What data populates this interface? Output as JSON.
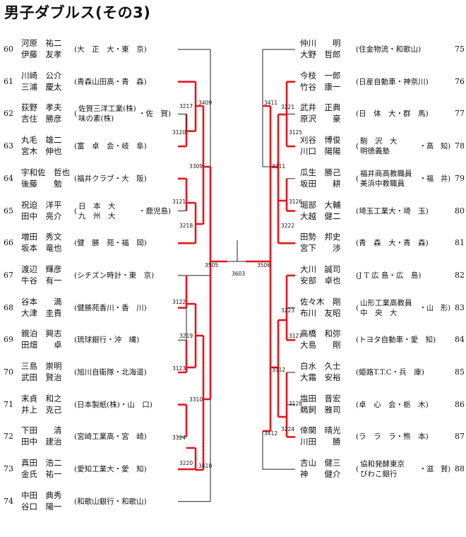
{
  "title": "男子ダブルス(その3)",
  "left_entries": [
    {
      "no": "60",
      "p1": "河原　祐二",
      "p2": "伊藤　友孝",
      "team": "(大　正　大・東　京)"
    },
    {
      "no": "61",
      "p1": "川崎　公介",
      "p2": "三浦　慶太",
      "team": "(青森山田高・青　森)"
    },
    {
      "no": "62",
      "p1": "荻野　孝夫",
      "p2": "吉住　勝彦",
      "team": "(佐賀三洋工業(株)・佐　賀)",
      "team_l1": "佐賀三洋工業(株)",
      "team_l2": "味の素(株)",
      "team_pref": "佐　賀"
    },
    {
      "no": "63",
      "p1": "丸毛　雄二",
      "p2": "宮木　伸也",
      "team": "(富　卓　会・岐　阜)"
    },
    {
      "no": "64",
      "p1": "宇和佐　哲也",
      "p2": "後藤　　勉",
      "team": "(福井クラブ・大　阪)"
    },
    {
      "no": "65",
      "p1": "祝迫　洋平",
      "p2": "田中　亮介",
      "team": "(日　本　大・九　州　大・鹿児島)",
      "team_l1": "日　本　大",
      "team_l2": "九　州　大",
      "team_pref": "鹿児島"
    },
    {
      "no": "66",
      "p1": "増田　秀文",
      "p2": "坂本　竜也",
      "team": "(健　勝　苑・福　岡)"
    },
    {
      "no": "67",
      "p1": "渡辺　輝彦",
      "p2": "牛谷　有一",
      "team": "(シチズン時計・東　京)"
    },
    {
      "no": "68",
      "p1": "谷本　　満",
      "p2": "大津　圭貴",
      "team": "(健勝苑香川・香　川)"
    },
    {
      "no": "69",
      "p1": "親泊　興志",
      "p2": "田畑　　卓",
      "team": "(琉球銀行・沖　縄)"
    },
    {
      "no": "70",
      "p1": "三島　崇明",
      "p2": "武田　賢治",
      "team": "(旭川自衛隊・北海道)"
    },
    {
      "no": "71",
      "p1": "末貞　和之",
      "p2": "井上　克己",
      "team": "(日本製紙(株)・山　口)"
    },
    {
      "no": "72",
      "p1": "下田　　清",
      "p2": "田中　建治",
      "team": "(宮崎工業高・宮　崎)"
    },
    {
      "no": "73",
      "p1": "真田　浩二",
      "p2": "金氏　祐一",
      "team": "(愛知工業大・愛　知)"
    },
    {
      "no": "74",
      "p1": "中田　典秀",
      "p2": "谷口　陽一",
      "team": "(和歌山銀行・和歌山)"
    }
  ],
  "right_entries": [
    {
      "no": "75",
      "p1": "仲川　　明",
      "p2": "大野　哲郎",
      "team": "(住金物流・和歌山)"
    },
    {
      "no": "76",
      "p1": "今枝　一郎",
      "p2": "竹谷　康一",
      "team": "(日産自動車・神奈川)"
    },
    {
      "no": "77",
      "p1": "武井　正典",
      "p2": "原沢　　豪",
      "team": "(日　体　大・群　馬)"
    },
    {
      "no": "78",
      "p1": "刈谷　博俊",
      "p2": "川口　陽陽",
      "team": "(駒　沢　大・明徳義塾・高　知)",
      "team_l1": "駒　沢　大",
      "team_l2": "明徳義塾",
      "team_pref": "高　知"
    },
    {
      "no": "79",
      "p1": "瓜生　勝己",
      "p2": "坂田　　耕",
      "team": "(福井商高教職員・美浜中教職員・福　井)",
      "team_l1": "福井商高教職員",
      "team_l2": "美浜中教職員",
      "team_pref": "福　井"
    },
    {
      "no": "80",
      "p1": "堀部　大輔",
      "p2": "大越　健二",
      "team": "(埼玉工業大・埼　玉)"
    },
    {
      "no": "81",
      "p1": "田勢　邦史",
      "p2": "宮下　　渉",
      "team": "(青　森　大・青　森)"
    },
    {
      "no": "82",
      "p1": "大川　誠司",
      "p2": "安部　卓也",
      "team": "(J T 広 島・広　島)"
    },
    {
      "no": "83",
      "p1": "佐々木　剛",
      "p2": "布川　友昭",
      "team": "(山形工業高教員・中　央　大・山　形)",
      "team_l1": "山形工業高教員",
      "team_l2": "中　央　大",
      "team_pref": "山　形"
    },
    {
      "no": "84",
      "p1": "高橋　和弥",
      "p2": "大島　　剛",
      "team": "(トヨタ自動車・愛　知)"
    },
    {
      "no": "85",
      "p1": "白水　久士",
      "p2": "大霜　安裕",
      "team": "(姫路T.T.C・兵　庫)"
    },
    {
      "no": "86",
      "p1": "塩田　晋宏",
      "p2": "鵜飼　雅司",
      "team": "(卓　心　会・栃　木)"
    },
    {
      "no": "87",
      "p1": "倖関　晴光",
      "p2": "川田　　勝",
      "team": "(ラ　ラ　ラ・熊　本)"
    },
    {
      "no": "88",
      "p1": "吉山　健三",
      "p2": "神　　健介",
      "team": "(協和発酵東京・びわこ銀行・滋　賀)",
      "team_l1": "協和発酵東京",
      "team_l2": "びわこ銀行",
      "team_pref": "滋　賀"
    }
  ],
  "match_numbers": {
    "left": [
      "3217",
      "3120",
      "3409",
      "3309",
      "3121",
      "3218",
      "3505",
      "3122",
      "3219",
      "3123",
      "3310",
      "3124",
      "3220",
      "3410"
    ],
    "right": [
      "3411",
      "3221",
      "3125",
      "3311",
      "3126",
      "3222",
      "3506",
      "3223",
      "3127",
      "3312",
      "3128",
      "3224",
      "3412"
    ],
    "final": "3603"
  },
  "colors": {
    "line_black": "#222222",
    "winner_red": "#e8141c",
    "text": "#111111"
  }
}
